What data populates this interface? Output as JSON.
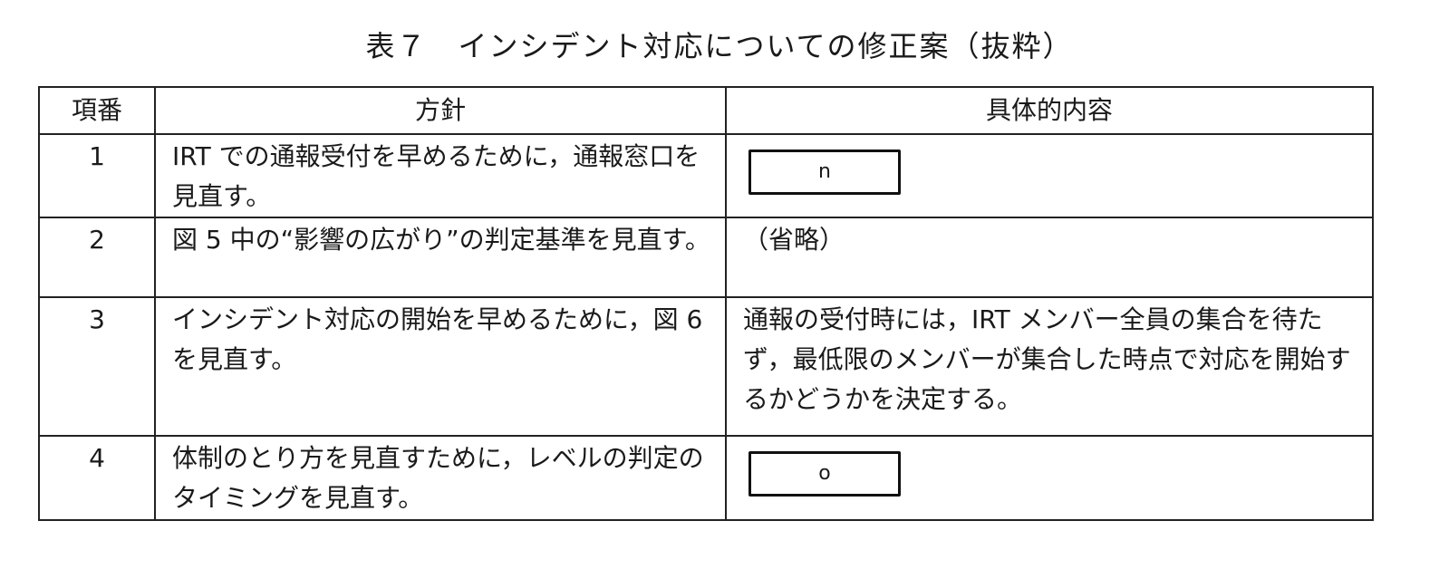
{
  "title": "表７　インシデント対応についての修正案（抜粋）",
  "headers": {
    "no": "項番",
    "policy": "方針",
    "detail": "具体的内容"
  },
  "rows": [
    {
      "no": "1",
      "policy": "IRT での通報受付を早めるために，通報窓口を見直す。",
      "detail_blank": "n"
    },
    {
      "no": "2",
      "policy": "図 5 中の“影響の広がり”の判定基準を見直す。",
      "detail": "（省略）"
    },
    {
      "no": "3",
      "policy": "インシデント対応の開始を早めるために，図 6 を見直す。",
      "detail": "通報の受付時には，IRT メンバー全員の集合を待たず，最低限のメンバーが集合した時点で対応を開始するかどうかを決定する。"
    },
    {
      "no": "4",
      "policy": "体制のとり方を見直すために，レベルの判定のタイミングを見直す。",
      "detail_blank": "o"
    }
  ]
}
